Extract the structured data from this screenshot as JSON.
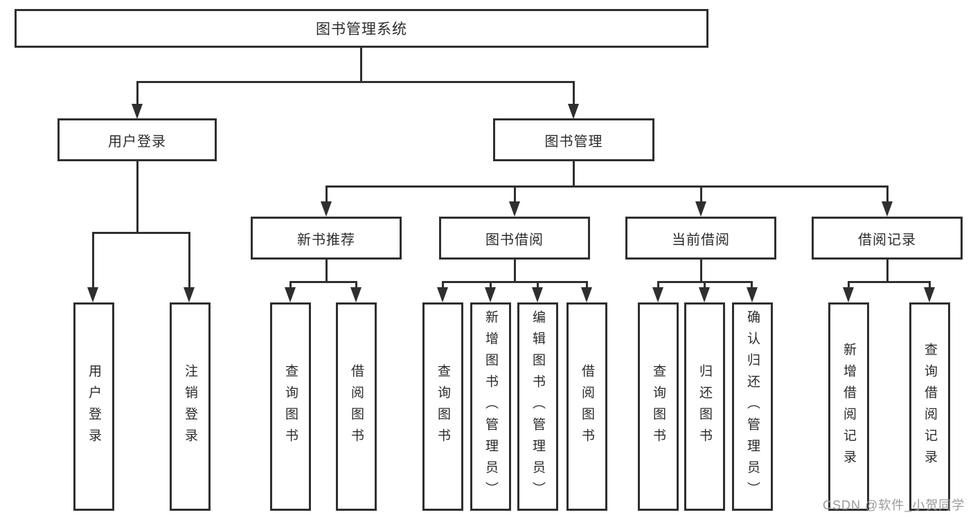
{
  "nodes": {
    "root": "图书管理系统",
    "l2": [
      "用户登录",
      "图书管理"
    ],
    "l3": [
      "新书推荐",
      "图书借阅",
      "当前借阅",
      "借阅记录"
    ],
    "leaves_login": [
      "用户登录",
      "注销登录"
    ],
    "leaves_newbook": [
      "查询图书",
      "借阅图书"
    ],
    "leaves_borrow": [
      "查询图书",
      "新增图书（管理员）",
      "编辑图书（管理员）",
      "借阅图书"
    ],
    "leaves_current": [
      "查询图书",
      "归还图书",
      "确认归还（管理员）"
    ],
    "leaves_records": [
      "新增借阅记录",
      "查询借阅记录"
    ]
  },
  "watermark": "CSDN @软件_小贺同学",
  "colors": {
    "line": "#2f2f2f",
    "text": "#2b2b2b",
    "watermark": "#9a9a9a",
    "background": "#ffffff"
  }
}
